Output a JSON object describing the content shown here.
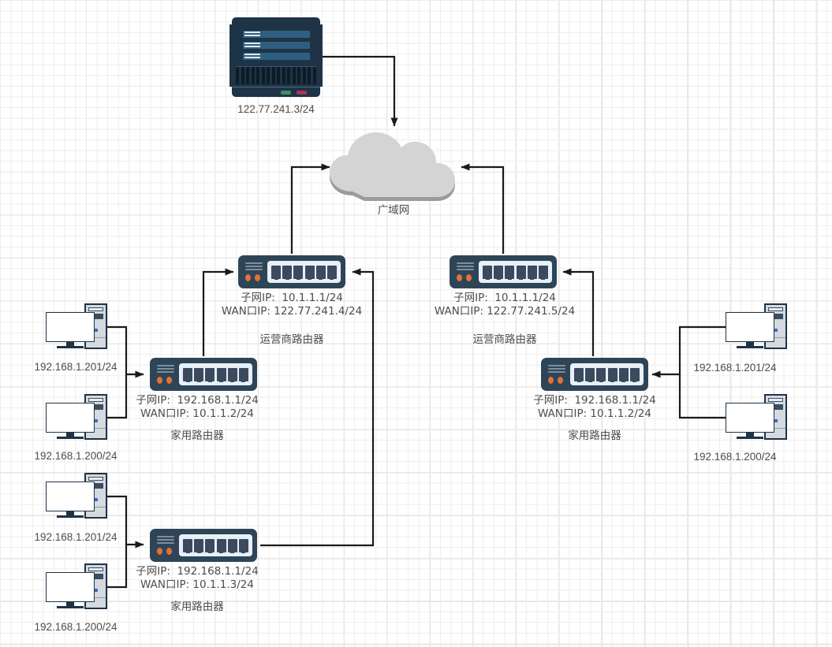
{
  "diagram": {
    "title": "network-topology",
    "colors": {
      "device_body": "#2e4558",
      "device_panel": "#e7f0f7",
      "led": "#e2713a",
      "cloud_fill": "#d4d4d4",
      "cloud_shadow": "#9b9b9b",
      "wire": "#1a1a1a",
      "text": "#4d4d4d",
      "grid_minor": "#ededed",
      "grid_major": "#e0e0e0"
    },
    "nodes": {
      "server": {
        "type": "server",
        "ip_label": "122.77.241.3/24"
      },
      "cloud": {
        "type": "cloud",
        "label": "广域网"
      },
      "isp_router_left": {
        "type": "router",
        "subnet_line": "子网IP:  10.1.1.1/24",
        "wan_line": "WAN口IP: 122.77.241.4/24",
        "role_label": "运营商路由器"
      },
      "isp_router_right": {
        "type": "router",
        "subnet_line": "子网IP:  10.1.1.1/24",
        "wan_line": "WAN口IP: 122.77.241.5/24",
        "role_label": "运营商路由器"
      },
      "home_router_left": {
        "type": "router",
        "subnet_line": "子网IP:  192.168.1.1/24",
        "wan_line": "WAN口IP: 10.1.1.2/24",
        "role_label": "家用路由器"
      },
      "home_router_bottom": {
        "type": "router",
        "subnet_line": "子网IP:  192.168.1.1/24",
        "wan_line": "WAN口IP: 10.1.1.3/24",
        "role_label": "家用路由器"
      },
      "home_router_right": {
        "type": "router",
        "subnet_line": "子网IP:  192.168.1.1/24",
        "wan_line": "WAN口IP: 10.1.1.2/24",
        "role_label": "家用路由器"
      },
      "pc_left_top": {
        "type": "pc",
        "ip_label": "192.168.1.201/24"
      },
      "pc_left_bottom": {
        "type": "pc",
        "ip_label": "192.168.1.200/24"
      },
      "pc_lower_top": {
        "type": "pc",
        "ip_label": "192.168.1.201/24"
      },
      "pc_lower_bottom": {
        "type": "pc",
        "ip_label": "192.168.1.200/24"
      },
      "pc_right_top": {
        "type": "pc",
        "ip_label": "192.168.1.201/24"
      },
      "pc_right_bottom": {
        "type": "pc",
        "ip_label": "192.168.1.200/24"
      }
    }
  }
}
